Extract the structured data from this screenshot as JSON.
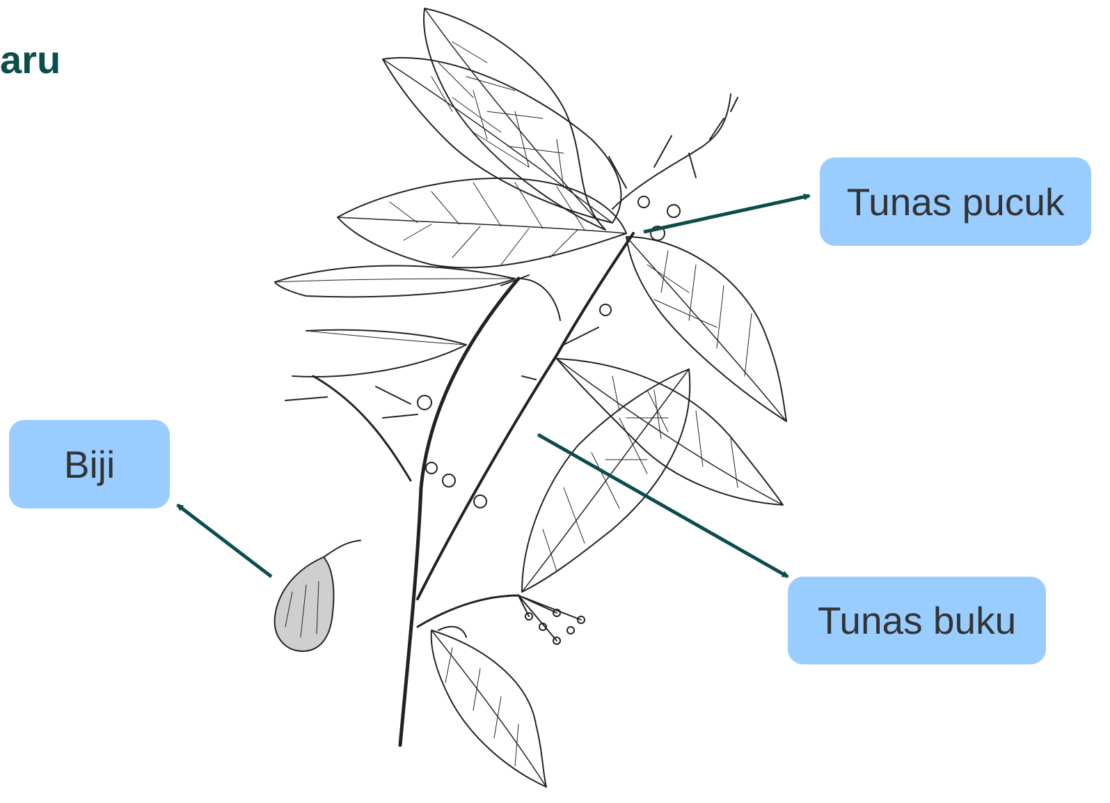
{
  "title": "aru",
  "labels": {
    "tunas_pucuk": "Tunas pucuk",
    "tunas_buku": "Tunas buku",
    "biji": "Biji"
  },
  "colors": {
    "title": "#0b4d4d",
    "label_fill": "#99ccff",
    "label_text": "#333333",
    "arrow": "#0b4d4d",
    "drawing": "#222222"
  }
}
